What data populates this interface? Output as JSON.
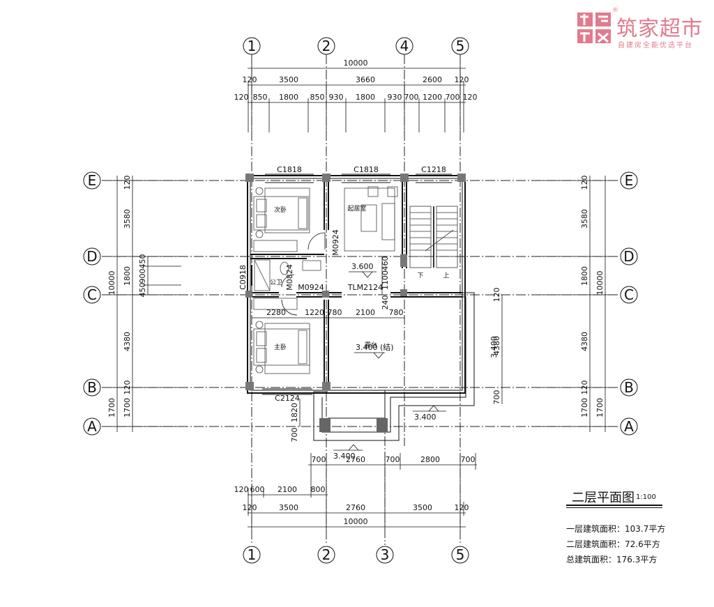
{
  "brand": {
    "name": "筑家超市",
    "tagline": "自建房全能优选平台",
    "registered": "®",
    "color": "#e27a8d"
  },
  "drawing": {
    "title": "二层平面图",
    "scale": "1:100",
    "axes_top": [
      "1",
      "2",
      "4",
      "5"
    ],
    "axes_bottom": [
      "1",
      "2",
      "3",
      "5"
    ],
    "axes_left": [
      "E",
      "D",
      "C",
      "B",
      "A"
    ],
    "axes_right": [
      "E",
      "D",
      "C",
      "B",
      "A"
    ],
    "dims_top_total": "10000",
    "dims_top_row1": [
      "120",
      "3500",
      "3660",
      "2600",
      "120"
    ],
    "dims_top_row2": [
      "120",
      "850",
      "1800",
      "850",
      "930",
      "1800",
      "930",
      "700",
      "1200",
      "700",
      "120"
    ],
    "dims_bottom_row1": [
      "700",
      "2760",
      "700",
      "2800",
      "700"
    ],
    "dims_bottom_row2": [
      "120",
      "600",
      "2100",
      "800"
    ],
    "dims_bottom_row3": [
      "120",
      "3500",
      "2760",
      "3500",
      "120"
    ],
    "dims_bottom_total": "10000",
    "dims_left": [
      "120",
      "3580",
      "1800",
      "450",
      "900",
      "450",
      "10000",
      "4380",
      "120",
      "1700",
      "1700"
    ],
    "dims_right": [
      "120",
      "3580",
      "1800",
      "10000",
      "4380",
      "120",
      "1700",
      "1700"
    ],
    "windows": [
      "C1818",
      "C1818",
      "C1218",
      "C0918",
      "C2124"
    ],
    "doors": [
      "M0924",
      "M0824",
      "M0924",
      "TLM2124"
    ],
    "rooms": {
      "bedroom2": "次卧",
      "living": "起居室",
      "bath": "公卫",
      "master": "主卧",
      "terrace": "露台"
    },
    "elevations": [
      "3.600",
      "3.400 (结)",
      "3.400",
      "3.400",
      "3.400"
    ],
    "inner_dims": [
      "2280",
      "1220",
      "780",
      "2100",
      "780",
      "1100",
      "460",
      "240",
      "120",
      "4380",
      "700",
      "1820",
      "700"
    ],
    "stair": {
      "down": "下",
      "up": "上"
    }
  },
  "areas": [
    {
      "label": "一层建筑面积：",
      "value": "103.7平方"
    },
    {
      "label": "二层建筑面积：",
      "value": "72.6平方"
    },
    {
      "label": "总建筑面积：",
      "value": "176.3平方"
    }
  ]
}
